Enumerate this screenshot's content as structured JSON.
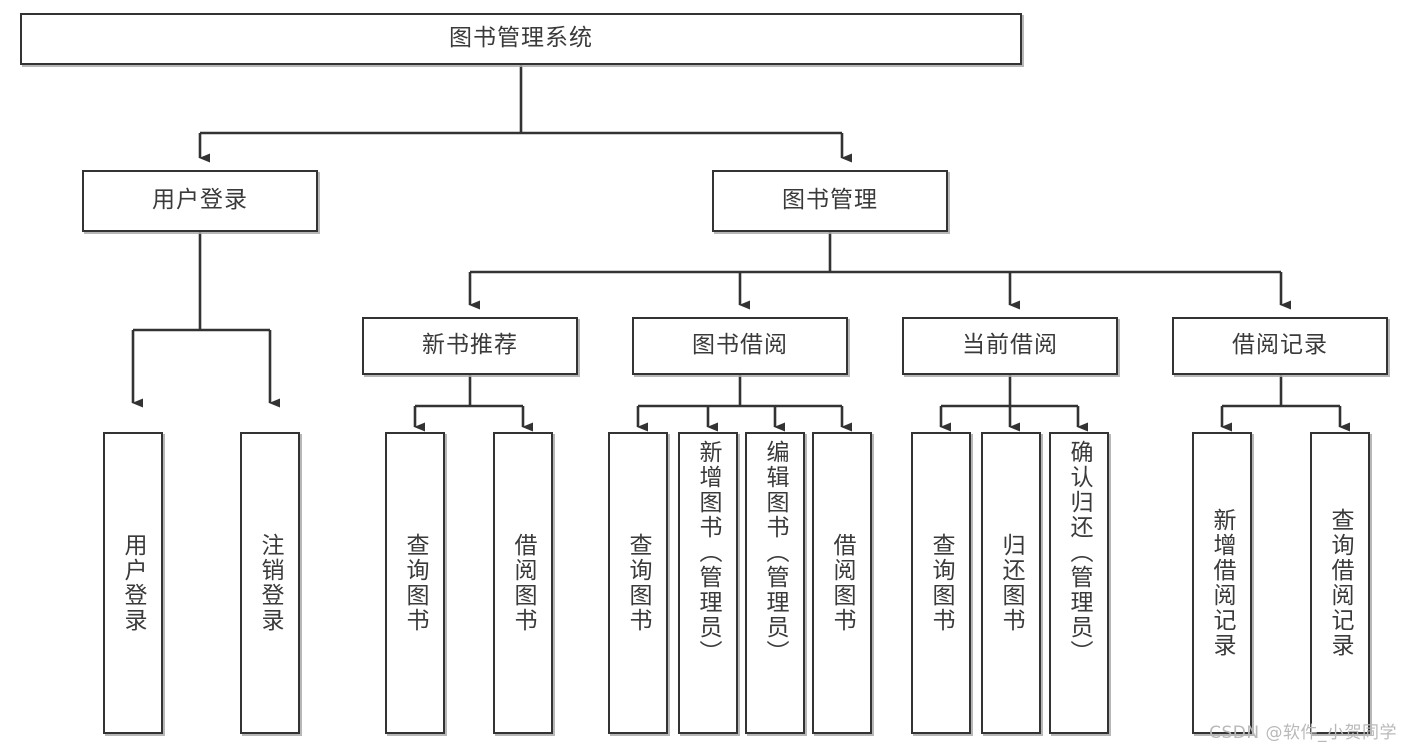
{
  "diagram": {
    "title": "图书管理系统",
    "type": "tree-hierarchy-functional-structure",
    "watermark": "CSDN @软件_小贺同学",
    "colors": {
      "box_border": "#333333",
      "box_fill": "#ffffff",
      "text": "#3a3a3a",
      "edge": "#333333",
      "shadow": "#aaaaaa",
      "watermark": "#b9b9b9",
      "background": "#ffffff"
    },
    "root": {
      "label": "图书管理系统"
    },
    "level1": [
      {
        "label": "用户登录"
      },
      {
        "label": "图书管理"
      }
    ],
    "level2": [
      {
        "label": "新书推荐"
      },
      {
        "label": "图书借阅"
      },
      {
        "label": "当前借阅"
      },
      {
        "label": "借阅记录"
      }
    ],
    "leaves": {
      "user_login": [
        {
          "label": "用户登录"
        },
        {
          "label": "注销登录"
        }
      ],
      "new_book_recommend": [
        {
          "label": "查询图书"
        },
        {
          "label": "借阅图书"
        }
      ],
      "book_borrow": [
        {
          "label": "查询图书"
        },
        {
          "label": "新增图书（管理员）"
        },
        {
          "label": "编辑图书（管理员）"
        },
        {
          "label": "借阅图书"
        }
      ],
      "current_borrow": [
        {
          "label": "查询图书"
        },
        {
          "label": "归还图书"
        },
        {
          "label": "确认归还（管理员）"
        }
      ],
      "borrow_record": [
        {
          "label": "新增借阅记录"
        },
        {
          "label": "查询借阅记录"
        }
      ]
    }
  }
}
